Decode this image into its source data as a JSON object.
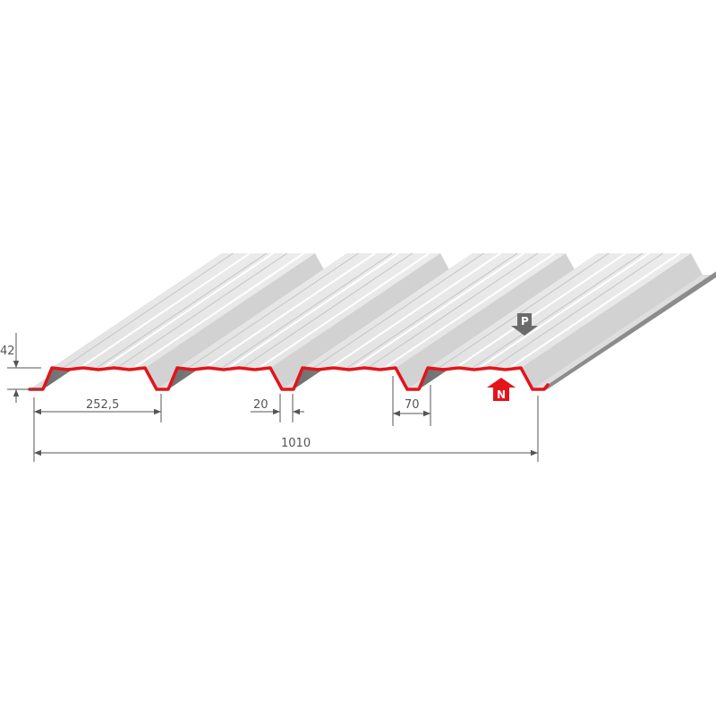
{
  "dimensions": {
    "height": "42",
    "rib_pitch": "252,5",
    "bottom_width": "20",
    "top_gap": "70",
    "cover_width": "1010"
  },
  "loads": {
    "positive": "P",
    "negative": "N"
  },
  "colors": {
    "profile_outline": "#e3141b",
    "sheet_light": "#e6e6e6",
    "sheet_shadow": "#8c8c8c",
    "dimension_line": "#555555",
    "positive_arrow": "#6b6b6b",
    "negative_arrow": "#e3141b"
  }
}
